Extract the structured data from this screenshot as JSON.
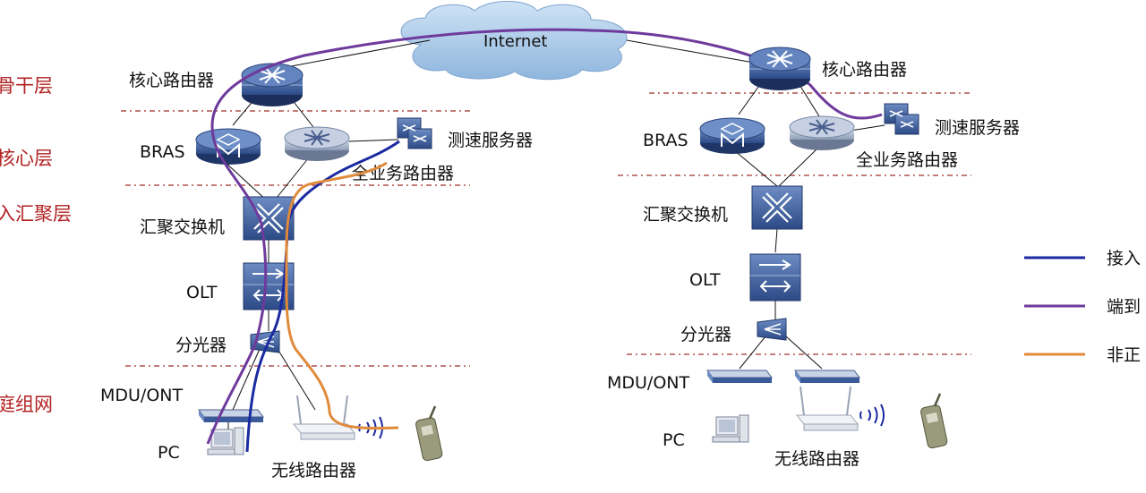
{
  "internet_label": "Internet",
  "layers": [
    "骨干层",
    "核心层",
    "入汇聚层",
    "庭组网"
  ],
  "left_network": {
    "core_router": "核心路由器",
    "bras": "BRAS",
    "speed_server": "测速服务器",
    "full_service_router": "全业务路由器",
    "agg_switch": "汇聚交换机",
    "olt": "OLT",
    "splitter": "分光器",
    "mdu_ont": "MDU/ONT",
    "pc": "PC",
    "wireless_router": "无线路由器"
  },
  "right_network": {
    "core_router": "核心路由器",
    "bras": "BRAS",
    "speed_server": "测速服务器",
    "full_service_router": "全业务路由器",
    "agg_switch": "汇聚交换机",
    "olt": "OLT",
    "splitter": "分光器",
    "mdu_ont": "MDU/ONT",
    "pc": "PC",
    "wireless_router": "无线路由器"
  },
  "legend": [
    {
      "label": "接入",
      "color": "#1a2aa0"
    },
    {
      "label": "端到",
      "color": "#6e3a9c"
    },
    {
      "label": "非正",
      "color": "#e08a3c"
    }
  ],
  "colors": {
    "layer_text": "#b22222",
    "dashed_line": "#a0302a",
    "device_blue": "#3a5a9a",
    "cloud": "#a9c9e8"
  }
}
